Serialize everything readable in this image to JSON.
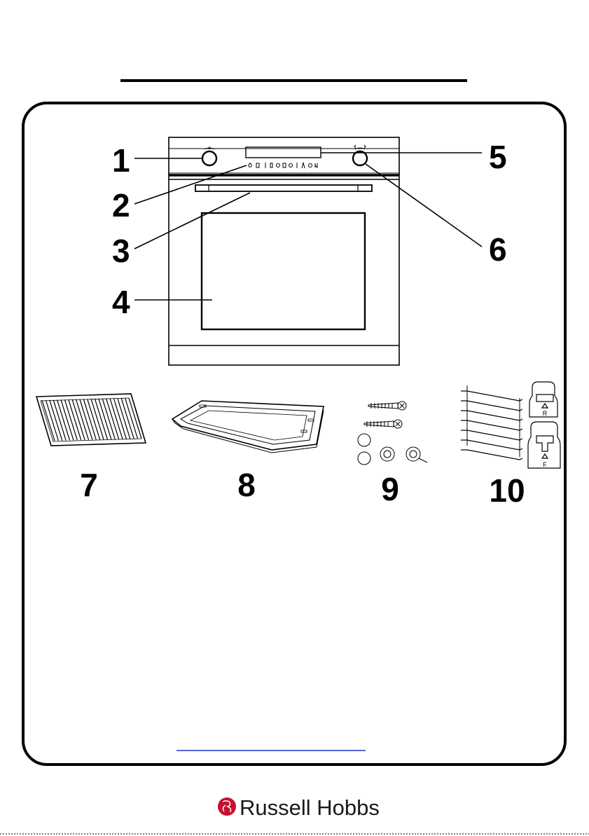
{
  "header": {
    "title": ""
  },
  "callouts": [
    {
      "id": "1",
      "label": "1"
    },
    {
      "id": "2",
      "label": "2"
    },
    {
      "id": "3",
      "label": "3"
    },
    {
      "id": "4",
      "label": "4"
    },
    {
      "id": "5",
      "label": "5"
    },
    {
      "id": "6",
      "label": "6"
    }
  ],
  "accessories": [
    {
      "id": "7",
      "label": "7",
      "icon": "wire-grill-rack-icon"
    },
    {
      "id": "8",
      "label": "8",
      "icon": "baking-tray-icon"
    },
    {
      "id": "9",
      "label": "9",
      "icon": "mounting-screws-icon"
    },
    {
      "id": "10",
      "label": "10",
      "icon": "side-shelf-racks-icon"
    }
  ],
  "rack_markers": {
    "right": "R",
    "front": "F"
  },
  "footer": {
    "brand": "Russell Hobbs",
    "link_text": ""
  },
  "colors": {
    "line": "#000000",
    "brand_red": "#c8102e",
    "link": "#1a35c9"
  }
}
